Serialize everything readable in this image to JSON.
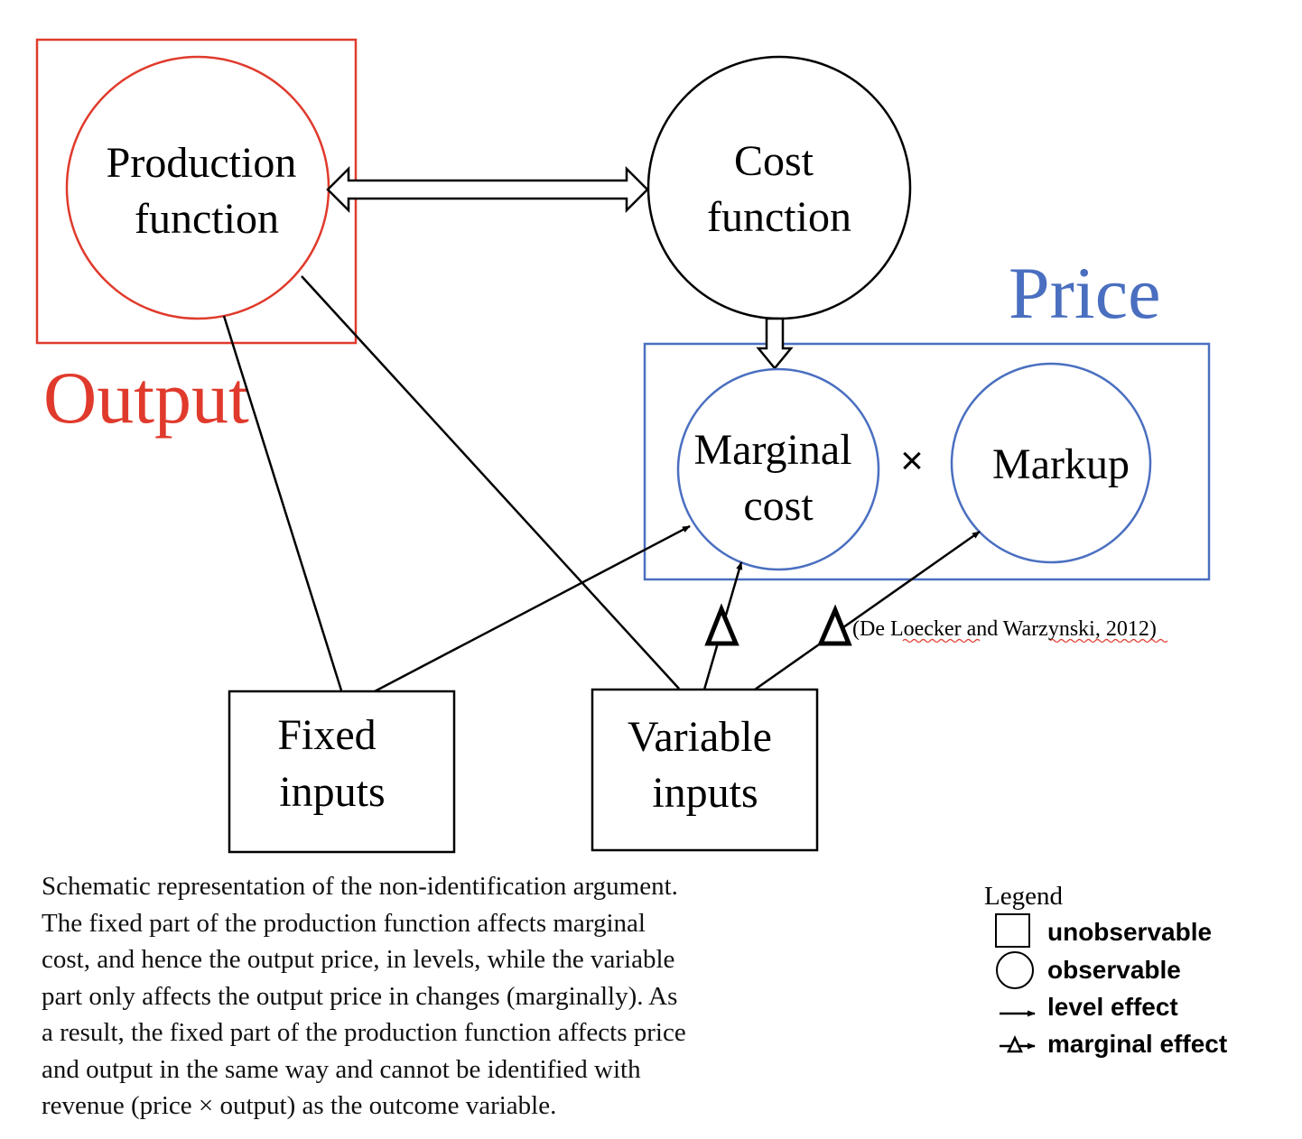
{
  "nodes": {
    "production_function": [
      "Production",
      "function"
    ],
    "cost_function": [
      "Cost",
      "function"
    ],
    "marginal_cost": [
      "Marginal",
      "cost"
    ],
    "markup": "Markup",
    "fixed_inputs": [
      "Fixed",
      "inputs"
    ],
    "variable_inputs": [
      "Variable",
      "inputs"
    ]
  },
  "group_labels": {
    "output": "Output",
    "price": "Price"
  },
  "operator": "×",
  "citation": "(De Loecker and Warzynski, 2012)",
  "caption_lines": [
    "Schematic representation of the non-identification argument.",
    "The fixed part of the production function affects marginal",
    "cost, and hence the output price, in levels, while the variable",
    "part only affects the output price in changes (marginally). As",
    "a result, the fixed part of the production function affects price",
    "and output in the same way and cannot be identified with",
    "revenue (price × output) as the outcome variable."
  ],
  "legend": {
    "title": "Legend",
    "items": [
      "unobservable",
      "observable",
      "level effect",
      "marginal effect"
    ]
  },
  "colors": {
    "output": "#e03a2c",
    "price": "#4a6fc0",
    "ink": "#000000"
  }
}
